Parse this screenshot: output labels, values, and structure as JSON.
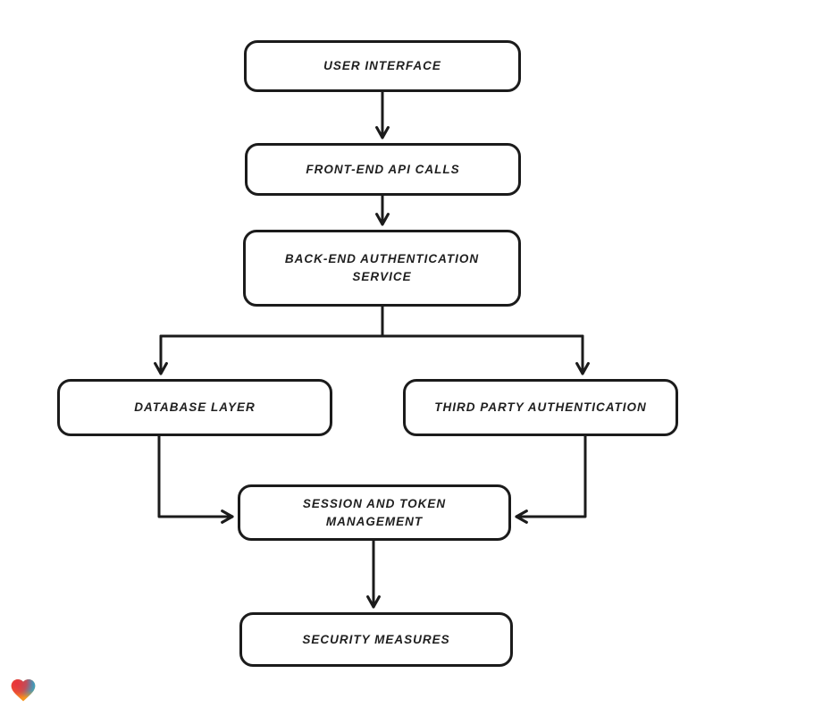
{
  "diagram": {
    "nodes": [
      {
        "id": "user-interface",
        "label": "USER INTERFACE"
      },
      {
        "id": "front-end-api-calls",
        "label": "FRONT-END API CALLS"
      },
      {
        "id": "back-end-authentication-service",
        "label": "BACK-END AUTHENTICATION SERVICE"
      },
      {
        "id": "database-layer",
        "label": "DATABASE LAYER"
      },
      {
        "id": "third-party-authentication",
        "label": "THIRD PARTY AUTHENTICATION"
      },
      {
        "id": "session-and-token-management",
        "label": "SESSION AND TOKEN MANAGEMENT"
      },
      {
        "id": "security-measures",
        "label": "SECURITY MEASURES"
      }
    ],
    "edges": [
      {
        "from": "user-interface",
        "to": "front-end-api-calls"
      },
      {
        "from": "front-end-api-calls",
        "to": "back-end-authentication-service"
      },
      {
        "from": "back-end-authentication-service",
        "to": "database-layer"
      },
      {
        "from": "back-end-authentication-service",
        "to": "third-party-authentication"
      },
      {
        "from": "database-layer",
        "to": "session-and-token-management"
      },
      {
        "from": "third-party-authentication",
        "to": "session-and-token-management"
      },
      {
        "from": "session-and-token-management",
        "to": "security-measures"
      }
    ],
    "style": {
      "stroke_color": "#1b1b1b",
      "node_fill": "#ffffff",
      "background": "#ffffff"
    },
    "logo": {
      "name": "heart-logo",
      "colors": {
        "red": "#e8333c",
        "blue": "#28a0d0",
        "orange": "#f6961e"
      }
    }
  }
}
